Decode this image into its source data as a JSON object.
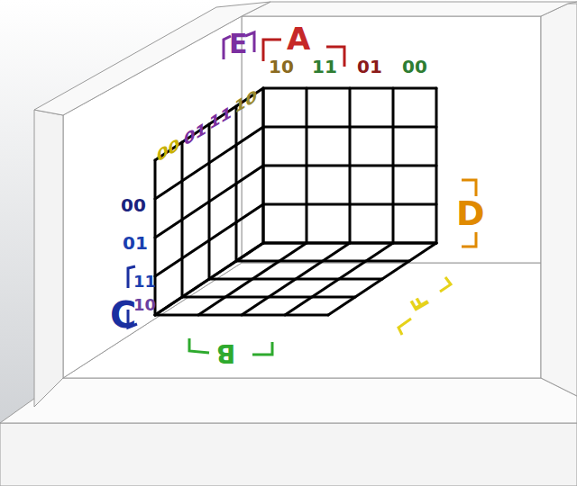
{
  "diagram": {
    "labels": [
      "E",
      "A",
      "00",
      "01",
      "11",
      "10",
      "10",
      "11",
      "01",
      "00",
      "00",
      "01",
      "11",
      "10",
      "C",
      "D",
      "B",
      "F"
    ]
  }
}
